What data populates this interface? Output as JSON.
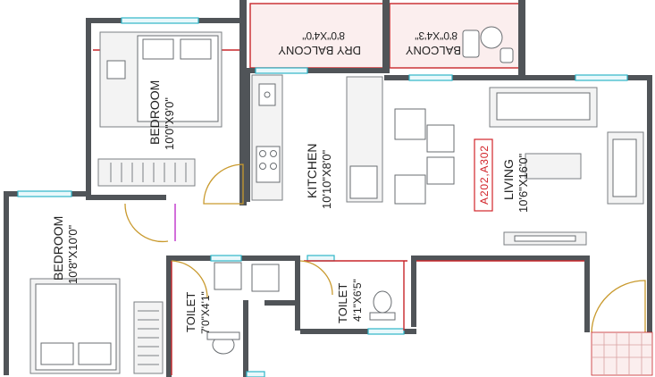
{
  "unit_tag": "A202,A302",
  "rooms": {
    "bedroom1": {
      "name": "BEDROOM",
      "size": "10'0\"X9'0\""
    },
    "bedroom2": {
      "name": "BEDROOM",
      "size": "10'8\"X10'0\""
    },
    "kitchen": {
      "name": "KITCHEN",
      "size": "10'10\"X8'0\""
    },
    "living": {
      "name": "LIVING",
      "size": "10'6\"X16'0\""
    },
    "dry_balcony": {
      "name": "DRY BALCONY",
      "size": "8'0\"X4'0\""
    },
    "balcony": {
      "name": "BALCONY",
      "size": "8'0\"X4'3\""
    },
    "toilet1": {
      "name": "TOILET",
      "size": "7'0\"X4'1\""
    },
    "toilet2": {
      "name": "TOILET",
      "size": "4'1\"X6'5\""
    }
  },
  "colors": {
    "wall": "#505458",
    "accent_red": "#c8262a",
    "window": "#2fb6c8",
    "door_swing": "#c99a2e",
    "balcony_fill": "#f6dada"
  }
}
